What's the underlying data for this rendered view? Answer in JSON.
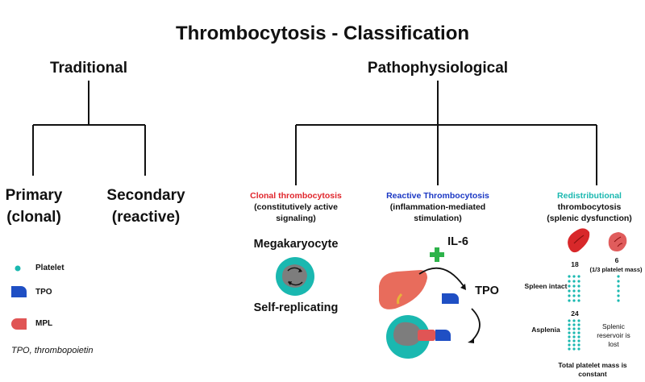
{
  "title": "Thrombocytosis - Classification",
  "traditional": {
    "heading": "Traditional",
    "primary": [
      "Primary",
      "(clonal)"
    ],
    "secondary": [
      "Secondary",
      "(reactive)"
    ]
  },
  "pathophysiological": {
    "heading": "Pathophysiological",
    "clonal": {
      "title": "Clonal thrombocytosis",
      "subtitle": [
        "(constitutively active",
        "signaling)"
      ],
      "cell_label": "Megakaryocyte",
      "bottom_label": "Self-replicating"
    },
    "reactive": {
      "title": "Reactive Thrombocytosis",
      "subtitle": [
        "(inflammation-mediated",
        "stimulation)"
      ],
      "il6": "IL-6",
      "tpo": "TPO"
    },
    "redistributional": {
      "title": "Redistributional",
      "subtitle": [
        "thrombocytosis",
        "(splenic dysfunction)"
      ],
      "count_left": "18",
      "count_right": "6",
      "count_right_note": "(1/3 platelet mass)",
      "spleen_intact": "Spleen intact",
      "count_asplenia": "24",
      "asplenia": "Asplenia",
      "reservoir_lost": [
        "Splenic",
        "reservoir is",
        "lost"
      ],
      "total": [
        "Total platelet mass is",
        "constant"
      ]
    }
  },
  "legend": {
    "items": [
      {
        "label": "Platelet",
        "icon": "platelet-dot-icon"
      },
      {
        "label": "TPO",
        "icon": "tpo-icon"
      },
      {
        "label": "MPL",
        "icon": "mpl-icon"
      }
    ],
    "footnote": "TPO, thrombopoietin"
  },
  "colors": {
    "teal": "#1ab8b0",
    "red": "#e0262c",
    "blue": "#1a37c4",
    "tpo_blue": "#1f4fc4",
    "mpl_red": "#e05555",
    "green": "#2db34a",
    "liver": "#e86c5c",
    "gray": "#7d7d7d"
  }
}
